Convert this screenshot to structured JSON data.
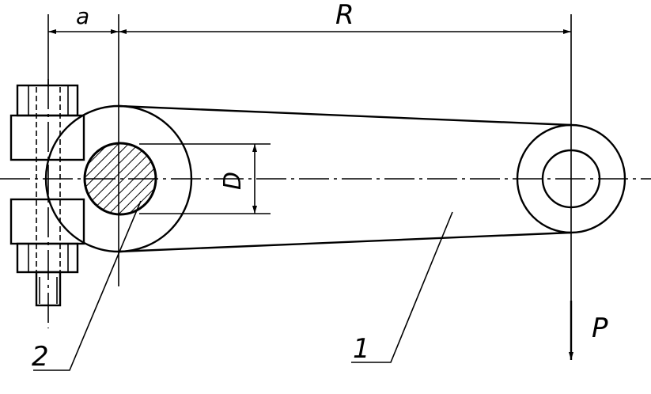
{
  "labels": {
    "dim_a": "a",
    "dim_R": "R",
    "dim_D": "D",
    "force_P": "P",
    "part_1": "1",
    "part_2": "2"
  },
  "colors": {
    "stroke": "#000000",
    "background": "#ffffff"
  }
}
